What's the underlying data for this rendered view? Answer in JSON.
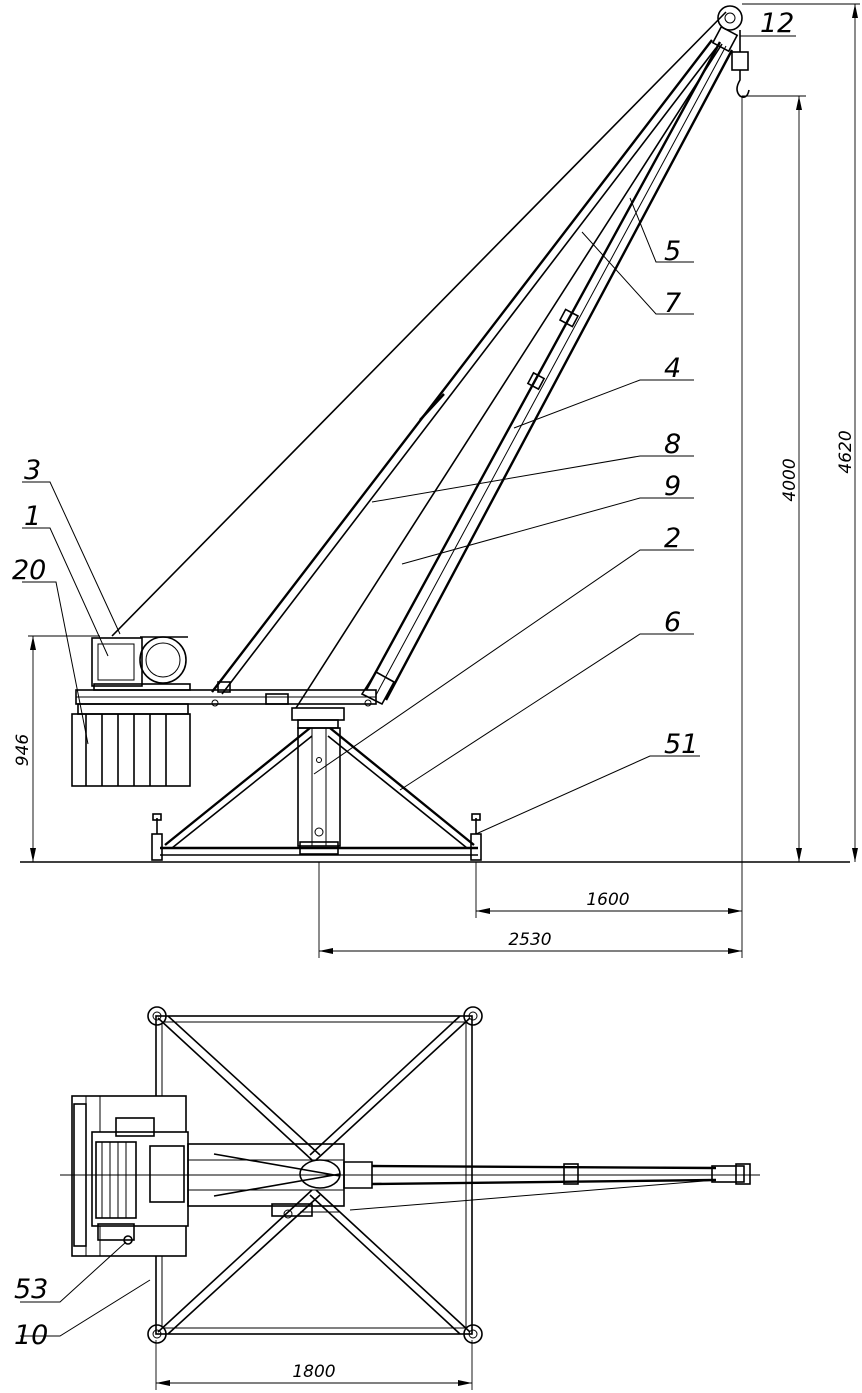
{
  "side_view": {
    "labels": {
      "l12": "12",
      "l5": "5",
      "l7": "7",
      "l4": "4",
      "l8": "8",
      "l9": "9",
      "l2": "2",
      "l6": "6",
      "l51": "51",
      "l3": "3",
      "l1": "1",
      "l20": "20"
    },
    "dimensions": {
      "height_hook": "4620",
      "height_boom": "4000",
      "height_counterweight": "946",
      "reach_from_leg": "1600",
      "reach_from_axis": "2530"
    }
  },
  "top_view": {
    "labels": {
      "l53": "53",
      "l10": "10"
    },
    "dimensions": {
      "base_width": "1800"
    }
  },
  "colors": {
    "line": "#000000",
    "background": "#ffffff"
  }
}
